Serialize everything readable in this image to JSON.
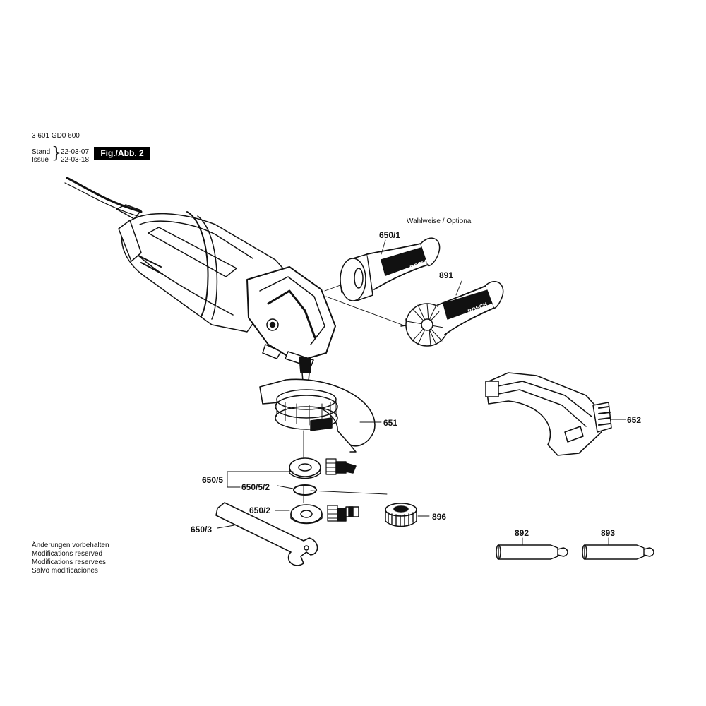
{
  "header": {
    "doc_number": "3 601 GD0 600",
    "stand_label": "Stand",
    "issue_label": "Issue",
    "stand_date": "22-03-07",
    "issue_date": "22-03-18",
    "brace": "}",
    "figure_label": "Fig./Abb. 2"
  },
  "optional_label": "Wahlweise / Optional",
  "parts": {
    "p650_1": "650/1",
    "p891": "891",
    "p651": "651",
    "p652": "652",
    "p650_5": "650/5",
    "p650_5_2": "650/5/2",
    "p650_2": "650/2",
    "p896": "896",
    "p650_3": "650/3",
    "p892": "892",
    "p893": "893"
  },
  "handle_brand": "BOSCH",
  "notes": [
    "Änderungen vorbehalten",
    "Modifications reserved",
    "Modifications reservees",
    "Salvo modificaciones"
  ]
}
